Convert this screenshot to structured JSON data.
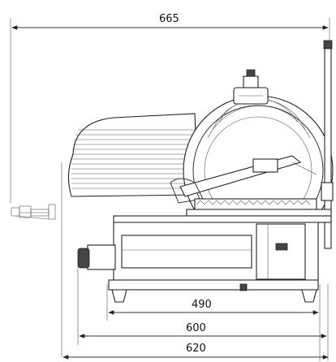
{
  "dimensions": {
    "overall_width": "665",
    "base_490": "490",
    "base_600": "600",
    "base_620": "620"
  }
}
